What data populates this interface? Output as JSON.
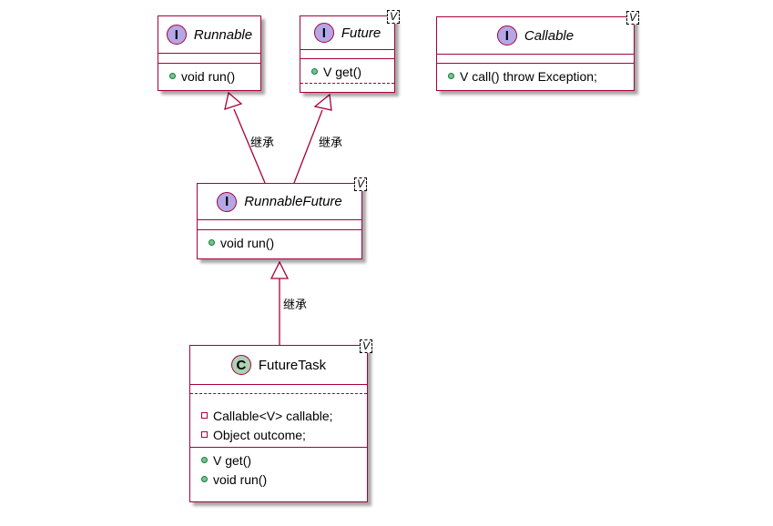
{
  "diagram": {
    "interfaces": [
      {
        "key": "runnable",
        "stereotype": "I",
        "name": "Runnable",
        "type_param": "",
        "members": [
          {
            "visibility": "+",
            "text": "void run()"
          }
        ]
      },
      {
        "key": "future",
        "stereotype": "I",
        "name": "Future",
        "type_param": "V",
        "members": [
          {
            "visibility": "+",
            "text": "V get()"
          }
        ]
      },
      {
        "key": "callable",
        "stereotype": "I",
        "name": "Callable",
        "type_param": "V",
        "members": [
          {
            "visibility": "+",
            "text": "V call() throw Exception;"
          }
        ]
      },
      {
        "key": "runnable_future",
        "stereotype": "I",
        "name": "RunnableFuture",
        "type_param": "V",
        "members": [
          {
            "visibility": "+",
            "text": "void run()"
          }
        ]
      }
    ],
    "future_task": {
      "stereotype": "C",
      "name": "FutureTask",
      "type_param": "V",
      "fields": [
        {
          "visibility": "-",
          "text": "Callable<V> callable;"
        },
        {
          "visibility": "-",
          "text": "Object outcome;"
        }
      ],
      "methods": [
        {
          "visibility": "+",
          "text": "V get()"
        },
        {
          "visibility": "+",
          "text": "void run()"
        }
      ]
    },
    "relations": [
      {
        "from": "RunnableFuture",
        "to": "Runnable",
        "label": "继承"
      },
      {
        "from": "RunnableFuture",
        "to": "Future",
        "label": "继承"
      },
      {
        "from": "FutureTask",
        "to": "RunnableFuture",
        "label": "继承"
      }
    ],
    "colors": {
      "border": "#a80036",
      "interface_badge": "#b4a7e5",
      "class_badge": "#add1b2",
      "public_dot": "#84be84"
    }
  }
}
